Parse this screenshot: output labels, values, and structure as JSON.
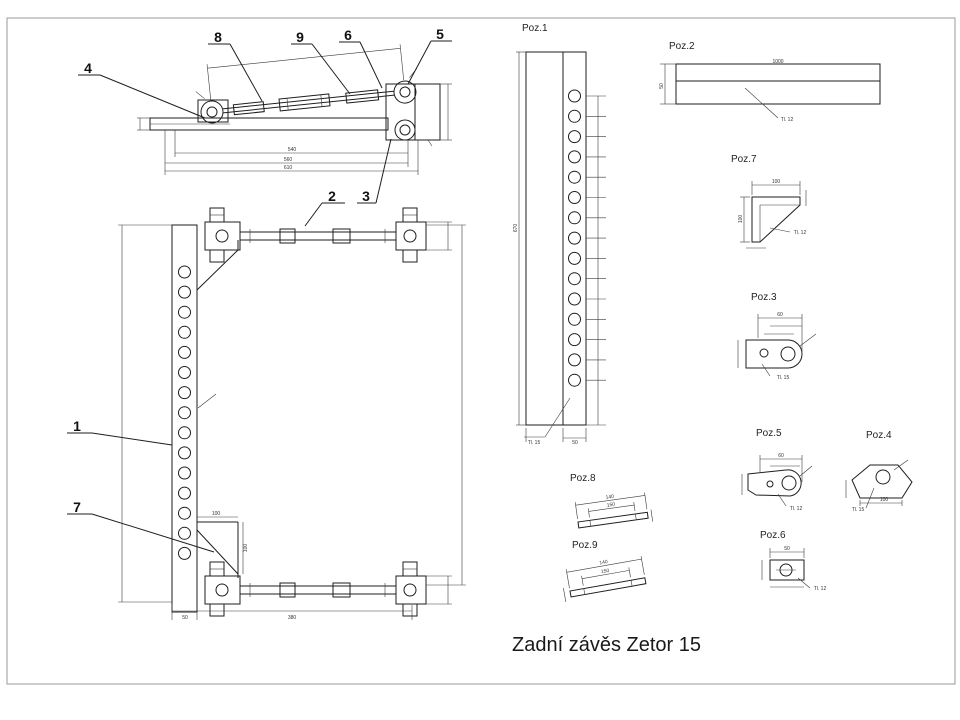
{
  "title": "Zadní závěs Zetor 15",
  "callouts": {
    "n1": "1",
    "n2": "2",
    "n3": "3",
    "n4": "4",
    "n5": "5",
    "n6": "6",
    "n7": "7",
    "n8": "8",
    "n9": "9"
  },
  "views": {
    "poz1": "Poz.1",
    "poz2": "Poz.2",
    "poz3": "Poz.3",
    "poz4": "Poz.4",
    "poz5": "Poz.5",
    "poz6": "Poz.6",
    "poz7": "Poz.7",
    "poz8": "Poz.8",
    "poz9": "Poz.9"
  },
  "dims": {
    "top_view": [
      "540",
      "560",
      "610"
    ],
    "assembly": {
      "bar_width": "50",
      "span": "380",
      "gusset_top": "100",
      "gusset_side": "100"
    },
    "poz1": {
      "height": "670",
      "width": "50",
      "thickness": "Tl. 15"
    },
    "poz2": {
      "length": "1000",
      "height": "50",
      "thickness": "Tl. 12"
    },
    "poz7": {
      "width": "100",
      "height": "100",
      "thickness": "Tl. 12"
    },
    "poz3": {
      "width": "60",
      "thickness": "Tl. 15"
    },
    "poz5": {
      "width": "60",
      "thickness": "Tl. 12"
    },
    "poz4": {
      "width": "100",
      "thickness": "Tl. 15"
    },
    "poz6": {
      "width": "50",
      "thickness": "Tl. 12"
    },
    "poz8": {
      "a": "140",
      "b": "150"
    },
    "poz9": {
      "a": "140",
      "b": "150"
    }
  }
}
